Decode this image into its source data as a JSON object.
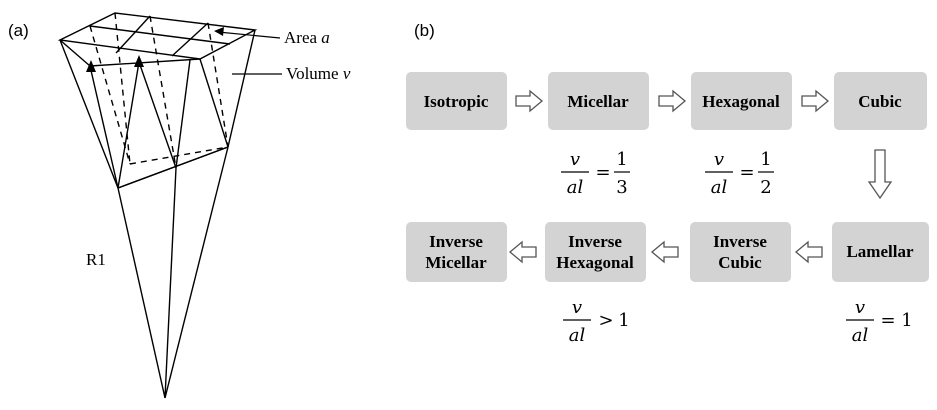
{
  "panel_a": {
    "tag": "(a)",
    "area_label": "Area a",
    "area_text": "Area ",
    "area_symbol": "a",
    "volume_text": "Volume ",
    "volume_symbol": "v",
    "radius_label": "R1"
  },
  "panel_b": {
    "tag": "(b)",
    "phases_row1": [
      "Isotropic",
      "Micellar",
      "Hexagonal",
      "Cubic"
    ],
    "phases_row2_single": [
      "Lamellar"
    ],
    "inverse_cubic": [
      "Inverse",
      "Cubic"
    ],
    "inverse_hexagonal": [
      "Inverse",
      "Hexagonal"
    ],
    "inverse_micellar": [
      "Inverse",
      "Micellar"
    ],
    "ratios": {
      "micellar": {
        "num": "v",
        "den": "al",
        "op": "=",
        "rhs_num": "1",
        "rhs_den": "3"
      },
      "hexagonal": {
        "num": "v",
        "den": "al",
        "op": "=",
        "rhs_num": "1",
        "rhs_den": "2"
      },
      "inverse_hexagonal": {
        "num": "v",
        "den": "al",
        "op": ">",
        "rhs": "1"
      },
      "lamellar": {
        "num": "v",
        "den": "al",
        "op": "=",
        "rhs": "1"
      }
    },
    "colors": {
      "box_fill": "#d3d3d3",
      "arrow_fill": "#ffffff",
      "arrow_stroke": "#555555"
    }
  }
}
